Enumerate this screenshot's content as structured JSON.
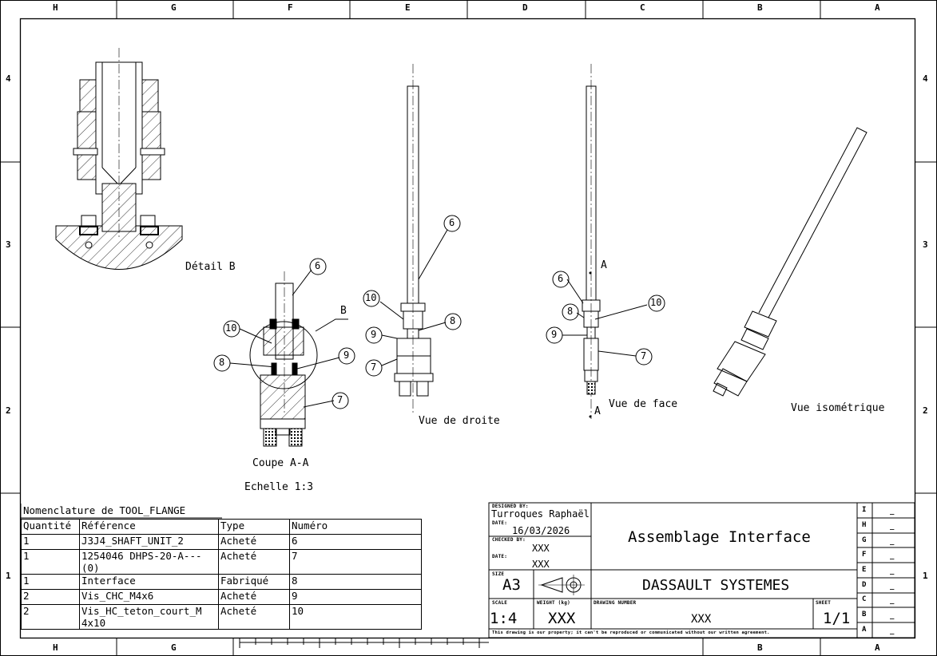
{
  "frame": {
    "cols_top": [
      "H",
      "G",
      "F",
      "E",
      "D",
      "C",
      "B",
      "A"
    ],
    "cols_bottom": [
      "H",
      "G",
      "B",
      "A"
    ],
    "rows": [
      "4",
      "3",
      "2",
      "1"
    ]
  },
  "views": {
    "detail_b": "Détail B",
    "section": "Coupe A-A",
    "section_scale": "Echelle 1:3",
    "right": "Vue de droite",
    "front": "Vue de face",
    "iso": "Vue isométrique",
    "cut_label": "A",
    "detail_label": "B"
  },
  "balloons": {
    "section": [
      "6",
      "10",
      "8",
      "9",
      "7"
    ],
    "right": [
      "6",
      "10",
      "8",
      "9",
      "7"
    ],
    "front": [
      "6",
      "8",
      "10",
      "9",
      "7"
    ]
  },
  "bom": {
    "title": "Nomenclature de TOOL_FLANGE",
    "headers": [
      "Quantité",
      "Référence",
      "Type",
      "Numéro"
    ],
    "rows": [
      [
        "1",
        "J3J4_SHAFT_UNIT_2",
        "Acheté",
        "6"
      ],
      [
        "1",
        "1254046 DHPS-20-A---\n(0)",
        "Acheté",
        "7"
      ],
      [
        "1",
        "Interface",
        "Fabriqué",
        "8"
      ],
      [
        "2",
        "Vis_CHC_M4x6",
        "Acheté",
        "9"
      ],
      [
        "2",
        "Vis_HC_teton_court_M\n4x10",
        "Acheté",
        "10"
      ]
    ]
  },
  "title_block": {
    "designed_by_label": "DESIGNED BY:",
    "designed_by": "Turroques Raphaël",
    "date_label": "DATE:",
    "date": "16/03/2026",
    "checked_by_label": "CHECKED BY:",
    "checked_by": "XXX",
    "checked_date_label": "DATE:",
    "checked_date": "XXX",
    "title": "Assemblage Interface",
    "company": "DASSAULT SYSTEMES",
    "size_label": "SIZE",
    "size": "A3",
    "scale_label": "SCALE",
    "scale": "1:4",
    "weight_label": "WEIGHT (kg)",
    "weight": "XXX",
    "drawing_number_label": "DRAWING NUMBER",
    "drawing_number": "XXX",
    "sheet_label": "SHEET",
    "sheet": "1/1",
    "disclaimer": "This drawing is our property; it can't be reproduced or communicated without our written agreement.",
    "rev_letters": [
      "I",
      "H",
      "G",
      "F",
      "E",
      "D",
      "C",
      "B",
      "A"
    ],
    "rev_value": "_"
  }
}
